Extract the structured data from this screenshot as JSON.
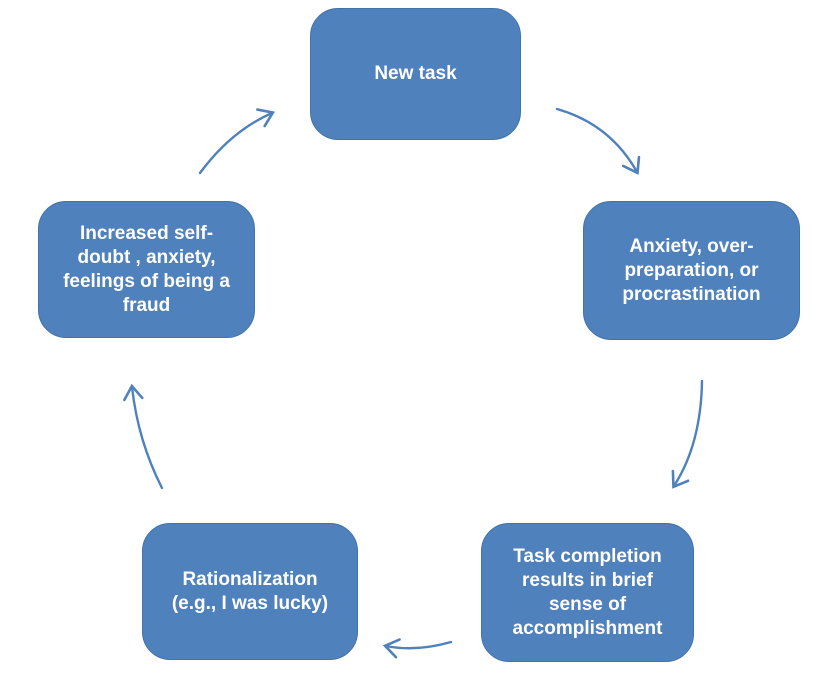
{
  "diagram": {
    "type": "cycle",
    "colors": {
      "node_fill": "#4f81bd",
      "node_border": "#4273a8",
      "node_text": "#ffffff",
      "arrow": "#4f81bd",
      "background": "#ffffff"
    },
    "nodes": [
      {
        "id": "new-task",
        "label": "New task"
      },
      {
        "id": "anxiety",
        "label": "Anxiety, over-\npreparation, or\nprocrastination"
      },
      {
        "id": "task-completion",
        "label": "Task completion\nresults in brief\nsense of\naccomplishment"
      },
      {
        "id": "rationalization",
        "label": "Rationalization\n(e.g., I was lucky)"
      },
      {
        "id": "self-doubt",
        "label": "Increased self-\ndoubt , anxiety,\nfeelings of being a\nfraud"
      }
    ],
    "edges": [
      {
        "from": "new-task",
        "to": "anxiety"
      },
      {
        "from": "anxiety",
        "to": "task-completion"
      },
      {
        "from": "task-completion",
        "to": "rationalization"
      },
      {
        "from": "rationalization",
        "to": "self-doubt"
      },
      {
        "from": "self-doubt",
        "to": "new-task"
      }
    ]
  }
}
